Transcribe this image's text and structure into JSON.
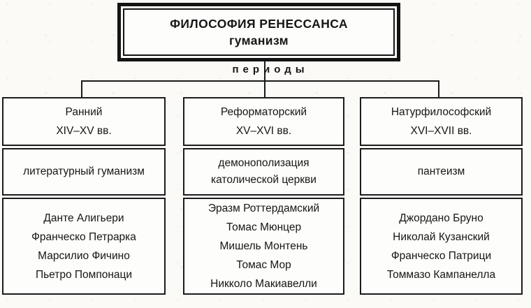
{
  "diagram": {
    "title": "ФИЛОСОФИЯ РЕНЕССАНСА",
    "subtitle": "гуманизм",
    "branch_label": "периоды",
    "columns": [
      {
        "period_name": "Ранний",
        "period_dates": "XIV–XV вв.",
        "feature": "литературный гуманизм",
        "philosophers": [
          "Данте Алигьери",
          "Франческо Петрарка",
          "Марсилио Фичино",
          "Пьетро Помпонаци"
        ]
      },
      {
        "period_name": "Реформаторский",
        "period_dates": "XV–XVI вв.",
        "feature": "демонополизация католической церкви",
        "philosophers": [
          "Эразм Роттердамский",
          "Томас Мюнцер",
          "Мишель Монтень",
          "Томас Мор",
          "Никколо Макиавелли"
        ]
      },
      {
        "period_name": "Натурфилософский",
        "period_dates": "XVI–XVII вв.",
        "feature": "пантеизм",
        "philosophers": [
          "Джордано Бруно",
          "Николай Кузанский",
          "Франческо Патрици",
          "Томмазо Кампанелла"
        ]
      }
    ],
    "colors": {
      "ink": "#1a1a1a",
      "paper": "#fbfaf7"
    }
  }
}
